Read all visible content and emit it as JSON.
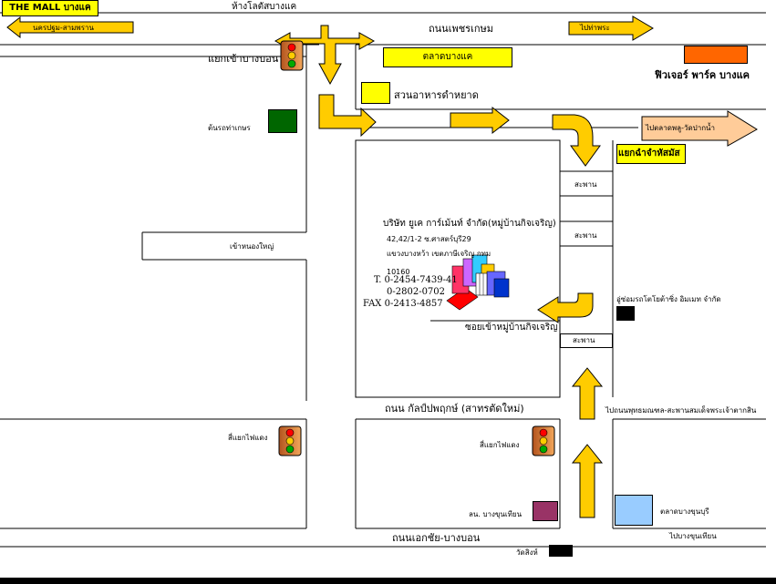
{
  "title": "THE MALL บางแค",
  "roads": {
    "top": "ห้างโลตัสบางแค",
    "phetkasem": "ถนนเพชรเกษม",
    "kanlapaphruek": "ถนน กัลป์ปพฤกษ์ (สาทรตัดใหม่)",
    "ekkachai": "ถนนเอกชัย-บางบอน",
    "soi_village": "ซอยเข้าหมู่บ้านกิจเจริญ",
    "to_nonglek": "เข้าหนองใหญ่"
  },
  "arrows": {
    "to_nakhonpathom": "นครปฐม-สามพราน",
    "to_thaphra": "ไปท่าพระ",
    "to_talat_phlu": "ไปตลาดพลู-วัดปากน้ำ"
  },
  "places": {
    "junction_bangbon": "แยกเข้าบางบอน",
    "market_bangkhae": "ตลาดบางแค",
    "restaurant": "สวนอาหารดำหยาด",
    "future_park": "ฟิวเจอร์ พาร์ค บางแค",
    "tree_shop": "ต้นรถท่าเกษร",
    "junction_name": "แยกฉำจำหัสมัส",
    "toyota": "อู่ซ่อมรถโตโยต้าซิ่ง อิมเมท จำกัด",
    "to_rama2": "ไปถนนพุทธมณฑล-สะพานสมเด็จพระเจ้าตากสิน",
    "light_left": "สี่แยกไฟแดง",
    "light_right": "สี่แยกไฟแดง",
    "lane_bangkhunthian": "ลน. บางขุนเทียน",
    "department": "ตลาดบางขุนบุรี",
    "to_bangkhunthian": "ไปบางขุนเทียน",
    "watsing": "วัดสิงห์"
  },
  "bridges": [
    "สะพาน",
    "สะพาน",
    "สะพาน"
  ],
  "company": {
    "name": "บริษัท ยูเค การ์เม้นท์ จำกัด(หมู่บ้านกิจเจริญ)",
    "address1": "42,42/1-2 ซ.ศาสตร์บุรี29",
    "address2": "แขวงบางหว้า เขตภาษีเจริญ กทม",
    "postcode": "10160",
    "tel": "T. 0-2454-7439-41",
    "tel2": "0-2802-0702",
    "fax": "FAX 0-2413-4857"
  },
  "colors": {
    "arrow": "#ffcc00",
    "marker_yellow": "#ffff00",
    "future_park": "#ff6600",
    "tree_green": "#006600",
    "department_blue": "#99ccff",
    "lane_purple": "#993366",
    "arrow_salmon": "#ffcc99"
  },
  "icons": [
    "traffic-light-icon",
    "building-icon"
  ]
}
